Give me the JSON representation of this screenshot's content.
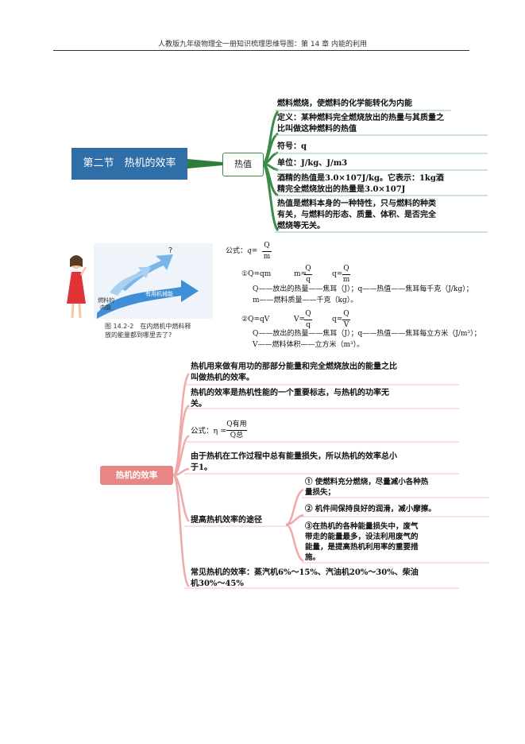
{
  "header": {
    "title": "人教版九年级物理全一册知识梳理思维导图：第 14 章 内能的利用"
  },
  "section1": {
    "main_node": "第二节　热机的效率",
    "heat_node": "热值",
    "branches": [
      "燃料燃烧，使燃料的化学能转化为内能",
      "定义：某种燃料完全燃烧放出的热量与其质量之",
      "比叫做这种燃料的热值",
      "符号：q",
      "单位：J/kg、J/m3",
      "酒精的热值是3.0×107J/kg。它表示：1kg酒",
      "精完全燃烧放出的热量是3.0×107J",
      "热值是燃料本身的一种特性，只与燃料的种类",
      "有关，与燃料的形态、质量、体积、是否完全",
      "燃烧等无关。"
    ]
  },
  "figure": {
    "label_fuel": "燃料的",
    "label_fuel2": "内能",
    "label_useful": "有用机械能",
    "label_q": "?",
    "caption1": "图 14.2-2　在内燃机中燃料释",
    "caption2": "放的能量都到哪里去了?"
  },
  "formulas": {
    "intro": "公式：",
    "q_eq": "q=",
    "q_num": "Q",
    "q_den": "m",
    "f1": "①Q=qm",
    "f1b": "m=",
    "f1b_num": "Q",
    "f1b_den": "q",
    "f1c": "q=",
    "f1c_num": "Q",
    "f1c_den": "m",
    "d1a": "Q——放出的热量——焦耳（J）；q——热值——焦耳每千克（J/kg）；",
    "d1b": "m——燃料质量——千克（kg）。",
    "f2": "②Q=qV",
    "f2b": "V=",
    "f2b_num": "Q",
    "f2b_den": "q",
    "f2c": "q=",
    "f2c_num": "Q",
    "f2c_den": "V",
    "d2a": "Q——放出的热量——焦耳（J）；q——热值——焦耳每立方米（J/m³）；",
    "d2b": "V——燃料体积——立方米（m³）。"
  },
  "section2": {
    "node": "热机的效率",
    "b1a": "热机用来做有用功的那部分能量和完全燃烧放出的能量之比",
    "b1b": "叫做热机的效率。",
    "b2a": "热机的效率是热机性能的一个重要标志，与热机的功率无",
    "b2b": "关。",
    "b3": "公式：η =",
    "b3_num": "Q有用",
    "b3_den": "Q总",
    "b4a": "由于热机在工作过程中总有能量损失，所以热机的效率总小",
    "b4b": "于1。",
    "b5": "提高热机效率的途径",
    "s1a": "①  使燃料充分燃烧，尽量减小各种热",
    "s1b": "量损失；",
    "s2": "②  机件间保持良好的润滑，减小摩擦。",
    "s3a": "③在热机的各种能量损失中，废气",
    "s3b": "带走的能量最多，设法利用废气的",
    "s3c": "能量，是提高热机利用率的重要措",
    "s3d": "施。",
    "b6a": "常见热机的效率：蒸汽机6%～15%、汽油机20%～30%、柴油",
    "b6b": "机30%～45%"
  },
  "colors": {
    "main_blue": "#2f6ea6",
    "green": "#3a8a4a",
    "pink": "#e88585"
  }
}
